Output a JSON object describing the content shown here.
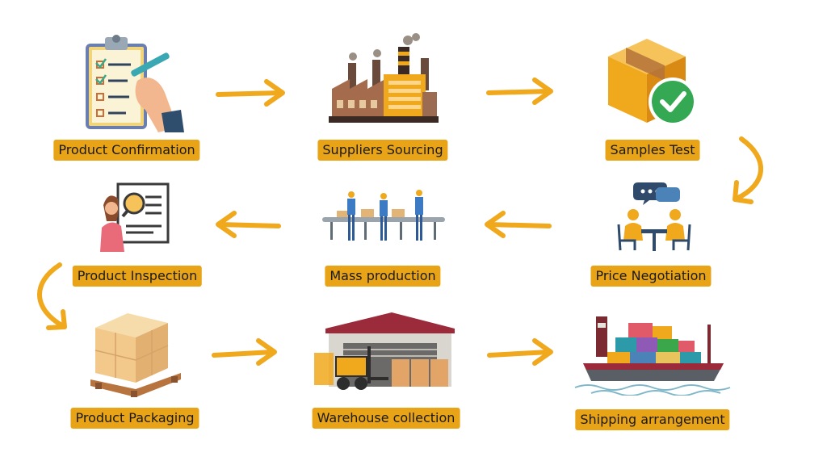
{
  "steps": [
    {
      "label": "Product Confirmation",
      "icon": "clipboard-checklist-icon"
    },
    {
      "label": "Suppliers Sourcing",
      "icon": "factory-icon"
    },
    {
      "label": "Samples Test",
      "icon": "box-check-icon"
    },
    {
      "label": "Price Negotiation",
      "icon": "meeting-table-icon"
    },
    {
      "label": "Mass production",
      "icon": "assembly-line-icon"
    },
    {
      "label": "Product Inspection",
      "icon": "inspector-icon"
    },
    {
      "label": "Product Packaging",
      "icon": "pallet-boxes-icon"
    },
    {
      "label": "Warehouse collection",
      "icon": "warehouse-forklift-icon"
    },
    {
      "label": "Shipping arrangement",
      "icon": "cargo-ship-icon"
    }
  ],
  "colors": {
    "accent": "#f0a81c",
    "label_bg": "#e8a317"
  }
}
